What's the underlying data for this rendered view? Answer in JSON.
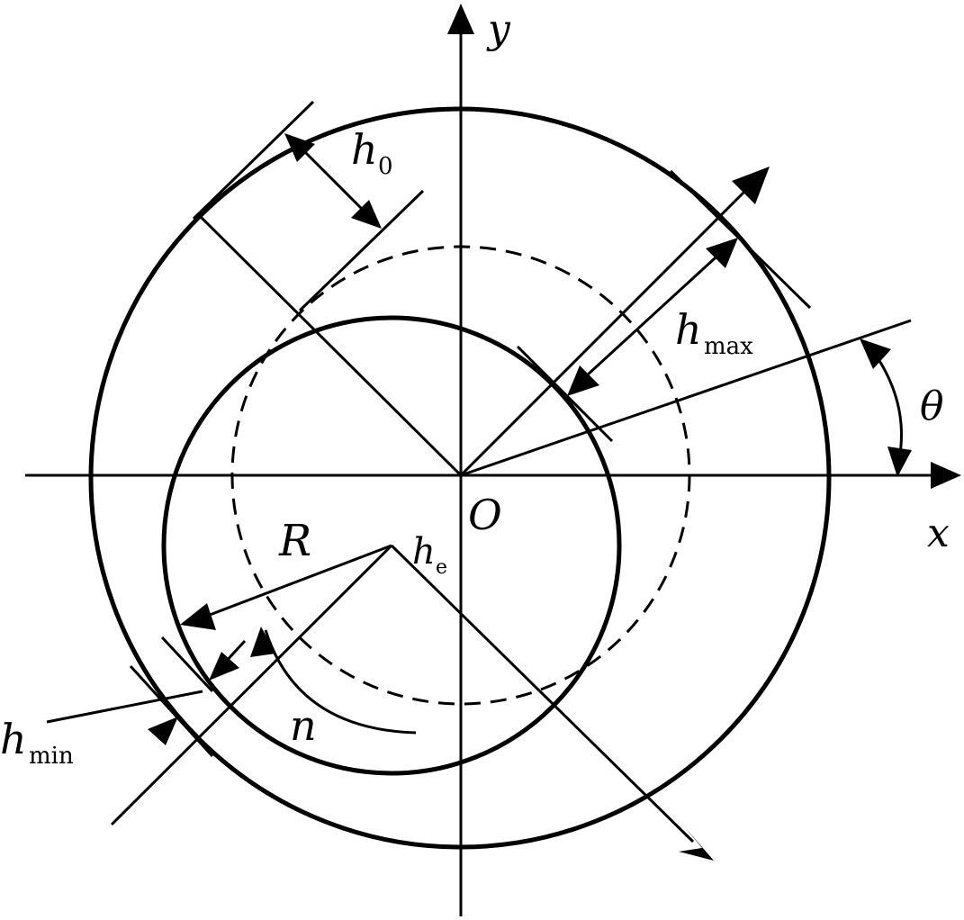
{
  "axes": {
    "x_label": "x",
    "y_label": "y",
    "origin_label": "O"
  },
  "labels": {
    "h0": {
      "main": "h",
      "sub": "0"
    },
    "hmax": {
      "main": "h",
      "sub": "max"
    },
    "hmin": {
      "main": "h",
      "sub": "min"
    },
    "he": {
      "main": "h",
      "sub": "e"
    },
    "theta": "θ",
    "radius": "R",
    "rotation": "n"
  },
  "style": {
    "stroke_color": "#000000",
    "background": "#ffffff"
  }
}
